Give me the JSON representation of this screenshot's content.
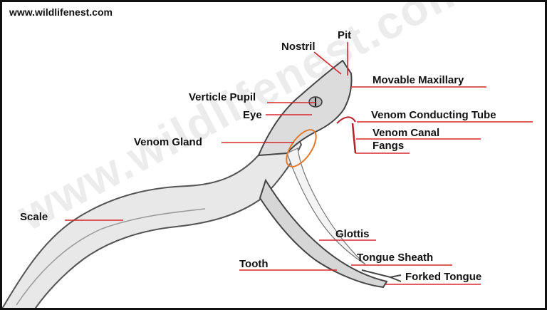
{
  "site": "www.wildlifenest.com",
  "watermark": "www.wildlifenest.com",
  "colors": {
    "leader": "#d8262e",
    "gland_outline": "#e07a2a",
    "text": "#111111",
    "border": "#111111"
  },
  "labels": {
    "pit": "Pit",
    "nostril": "Nostril",
    "movable_maxillary": "Movable Maxillary",
    "verticle_pupil": "Verticle Pupil",
    "eye": "Eye",
    "venom_conducting_tube": "Venom Conducting Tube",
    "venom_gland": "Venom Gland",
    "venom_canal": "Venom Canal",
    "fangs": "Fangs",
    "scale": "Scale",
    "glottis": "Glottis",
    "tongue_sheath": "Tongue Sheath",
    "tooth": "Tooth",
    "forked_tongue": "Forked Tongue"
  }
}
